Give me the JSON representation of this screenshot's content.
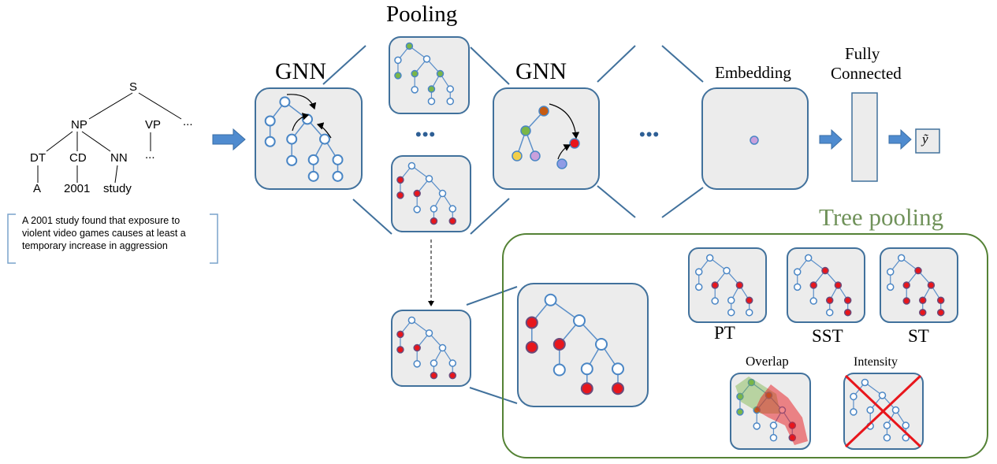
{
  "parse_tree": {
    "nodes": [
      "S",
      "NP",
      "VP",
      "...",
      "DT",
      "CD",
      "NN",
      "...",
      "A",
      "2001",
      "study"
    ]
  },
  "sentence_lines": [
    "A 2001 study found that exposure to",
    "violent video games causes at least a",
    "temporary  increase in aggression"
  ],
  "labels": {
    "pooling": "Pooling",
    "gnn_1": "GNN",
    "gnn_2": "GNN",
    "embedding": "Embedding",
    "fully_connected_1": "Fully",
    "fully_connected_2": "Connected",
    "y_hat": "ỹ",
    "dots_1": "•••",
    "dots_2": "•••",
    "tree_pooling": "Tree pooling",
    "pt": "PT",
    "sst": "SST",
    "st": "ST",
    "overlap": "Overlap",
    "intensity": "Intensity"
  },
  "colors": {
    "panel_fill": "#ececec",
    "panel_stroke": "#41719c",
    "edge": "#5b8fc9",
    "node_fill": "#ffffff",
    "node_stroke": "#4a86c5",
    "red_node": "#e8161c",
    "green_node": "#7ab648",
    "orange_node": "#c55a11",
    "purple_node": "#c9a0dc",
    "yellow_node": "#f2cf4a",
    "blue_node": "#8f9be5",
    "tree_pooling_green": "#70925a",
    "frame_green": "#548235",
    "arrow_fill": "#4f8bcf",
    "cross_red": "#e8161c"
  }
}
